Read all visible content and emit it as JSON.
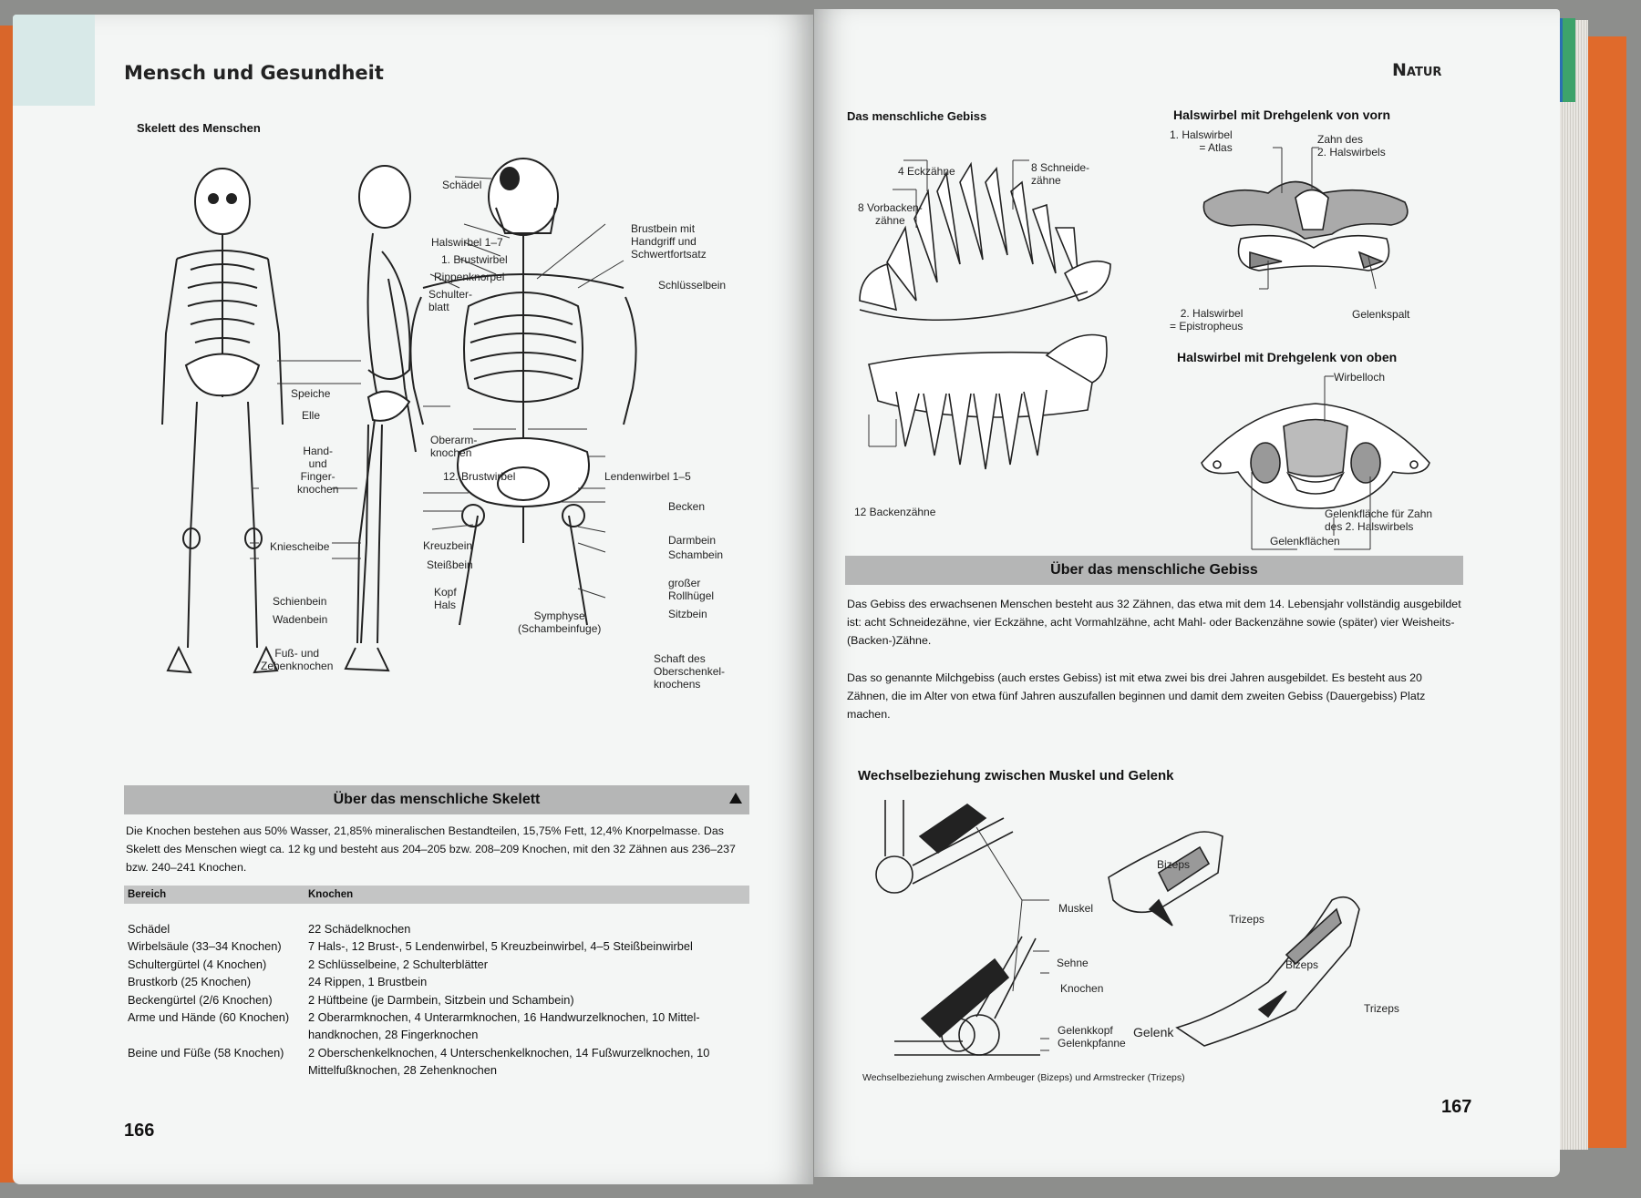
{
  "left": {
    "running_head": "Mensch und Gesundheit",
    "section_title": "Skelett des Menschen",
    "figure_labels": {
      "schaedel": "Schädel",
      "halswirbel": "Halswirbel 1–7",
      "brustwirbel1": "1. Brustwirbel",
      "rippenknorpel": "Rippenknorpel",
      "schulterblatt": "Schulter-\nblatt",
      "brustbein": "Brustbein mit\nHandgriff und\nSchwertfortsatz",
      "schluesselbein": "Schlüsselbein",
      "oberarmknochen": "Oberarm-\nknochen",
      "brustwirbel12": "12. Brustwirbel",
      "lendenwirbel": "Lendenwirbel 1–5",
      "becken": "Becken",
      "kreuzbein": "Kreuzbein",
      "darmbein": "Darmbein",
      "schambein": "Schambein",
      "steissbein": "Steißbein",
      "rollhuegel": "großer\nRollhügel",
      "kopf_hals": "Kopf\nHals",
      "sitzbein": "Sitzbein",
      "symphyse": "Symphyse\n(Schambeinfuge)",
      "schaft": "Schaft des\nOberschenkel-\nknochens",
      "speiche": "Speiche",
      "elle": "Elle",
      "hand": "Hand-\nund\nFinger-\nknochen",
      "kniescheibe": "Kniescheibe",
      "schienbein": "Schienbein",
      "wadenbein": "Wadenbein",
      "fuss": "Fuß- und\nZehenknochen"
    },
    "info_bar": "Über das menschliche Skelett",
    "info_text": "Die Knochen bestehen aus 50% Wasser, 21,85% mineralischen Bestandteilen, 15,75% Fett, 12,4% Knorpelmasse. Das Skelett des Menschen wiegt ca. 12 kg und besteht aus 204–205 bzw. 208–209 Knochen, mit den 32 Zähnen aus 236–237 bzw. 240–241 Knochen.",
    "table": {
      "headers": [
        "Bereich",
        "Knochen"
      ],
      "rows": [
        [
          "Schädel",
          "22 Schädelknochen"
        ],
        [
          "Wirbelsäule (33–34 Knochen)",
          "7 Hals-, 12 Brust-, 5 Lendenwirbel, 5 Kreuzbeinwirbel, 4–5 Steißbeinwirbel"
        ],
        [
          "Schultergürtel (4 Knochen)",
          "2 Schlüsselbeine, 2 Schulterblätter"
        ],
        [
          "Brustkorb (25 Knochen)",
          "24 Rippen, 1 Brustbein"
        ],
        [
          "Beckengürtel (2/6 Knochen)",
          "2 Hüftbeine (je Darmbein, Sitzbein und Schambein)"
        ],
        [
          "Arme und Hände (60 Knochen)",
          "2 Oberarmknochen, 4 Unterarmknochen, 16 Handwurzelknochen, 10 Mittel-handknochen, 28 Fingerknochen"
        ],
        [
          "Beine und Füße (58 Knochen)",
          "2 Oberschenkelknochen, 4 Unterschenkelknochen, 14 Fußwurzelknochen, 10 Mittelfußknochen, 28 Zehenknochen"
        ]
      ]
    },
    "page_number": "166"
  },
  "right": {
    "running_head": "Natur",
    "gebiss_title": "Das menschliche Gebiss",
    "gebiss_labels": {
      "eckzaehne": "4 Eckzähne",
      "schneidezaehne": "8 Schneide-\nzähne",
      "vorbackenzaehne": "8 Vorbacken-\nzähne",
      "backenzaehne": "12 Backenzähne"
    },
    "hw_front_title": "Halswirbel mit Drehgelenk von vorn",
    "hw_front_labels": {
      "atlas": "1. Halswirbel\n= Atlas",
      "zahn": "Zahn des\n2. Halswirbels",
      "epistropheus": "2. Halswirbel\n= Epistropheus",
      "gelenkspalt": "Gelenkspalt"
    },
    "hw_top_title": "Halswirbel mit Drehgelenk von oben",
    "hw_top_labels": {
      "wirbelloch": "Wirbelloch",
      "gelenkflaeche": "Gelenkfläche für Zahn\ndes 2. Halswirbels",
      "gelenkflaechen": "Gelenkflächen"
    },
    "info_bar": "Über das menschliche Gebiss",
    "info_text_1": "Das Gebiss des erwachsenen Menschen besteht aus 32 Zähnen, das etwa mit dem 14. Lebensjahr vollständig ausgebildet ist: acht Schneidezähne, vier Eckzähne, acht Vormahlzähne, acht Mahl- oder Backenzähne sowie (später) vier Weisheits-(Backen-)Zähne.",
    "info_text_2": "Das so genannte Milchgebiss (auch erstes Gebiss) ist mit etwa zwei bis drei Jahren ausgebildet. Es besteht aus 20 Zähnen, die im Alter von etwa fünf Jahren auszufallen beginnen und damit dem zweiten Gebiss (Dauergebiss) Platz machen.",
    "muskel_title": "Wechselbeziehung zwischen Muskel und Gelenk",
    "muskel_labels": {
      "muskel": "Muskel",
      "sehne": "Sehne",
      "knochen": "Knochen",
      "gelenkkopf": "Gelenkkopf",
      "gelenkpfanne": "Gelenkpfanne",
      "gelenk": "Gelenk",
      "bizeps": "Bizeps",
      "trizeps": "Trizeps"
    },
    "caption": "Wechselbeziehung zwischen Armbeuger (Bizeps) und Armstrecker (Trizeps)",
    "page_number": "167"
  },
  "colors": {
    "cover": "#d9662a",
    "tab_green": "#0e9a55",
    "tab_teal": "#1b8f8a",
    "tab_blue": "#2a6fb3",
    "bar_grey": "#b5b6b6",
    "header_tint": "#d8e9e8"
  }
}
